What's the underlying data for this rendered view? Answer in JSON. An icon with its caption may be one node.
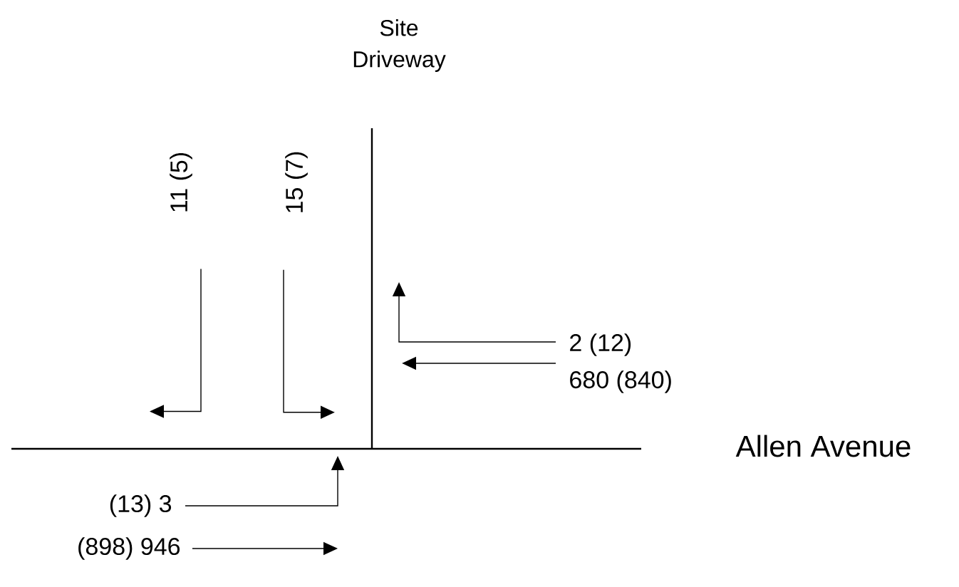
{
  "diagram": {
    "nodes": [
      {
        "text": [
          "11 (5)"
        ]
      },
      {
        "text": [
          "15 (7)"
        ]
      },
      {
        "text": [
          "2 (12)"
        ]
      },
      {
        "text": [
          "680 (840)"
        ]
      },
      {
        "text": [
          "(13) 3"
        ]
      },
      {
        "text": [
          "(898) 946"
        ]
      }
    ],
    "edges": [
      {
        "from": 0,
        "to": null,
        "arrow": "to"
      },
      {
        "from": 1,
        "to": null,
        "arrow": "to"
      },
      {
        "from": 2,
        "to": null,
        "arrow": "to"
      },
      {
        "from": 3,
        "to": null,
        "arrow": "to"
      },
      {
        "from": 4,
        "to": null,
        "arrow": "to"
      },
      {
        "from": 5,
        "to": null,
        "arrow": "to"
      }
    ],
    "labels": [
      "Site Driveway",
      "Allen Avenue"
    ]
  }
}
